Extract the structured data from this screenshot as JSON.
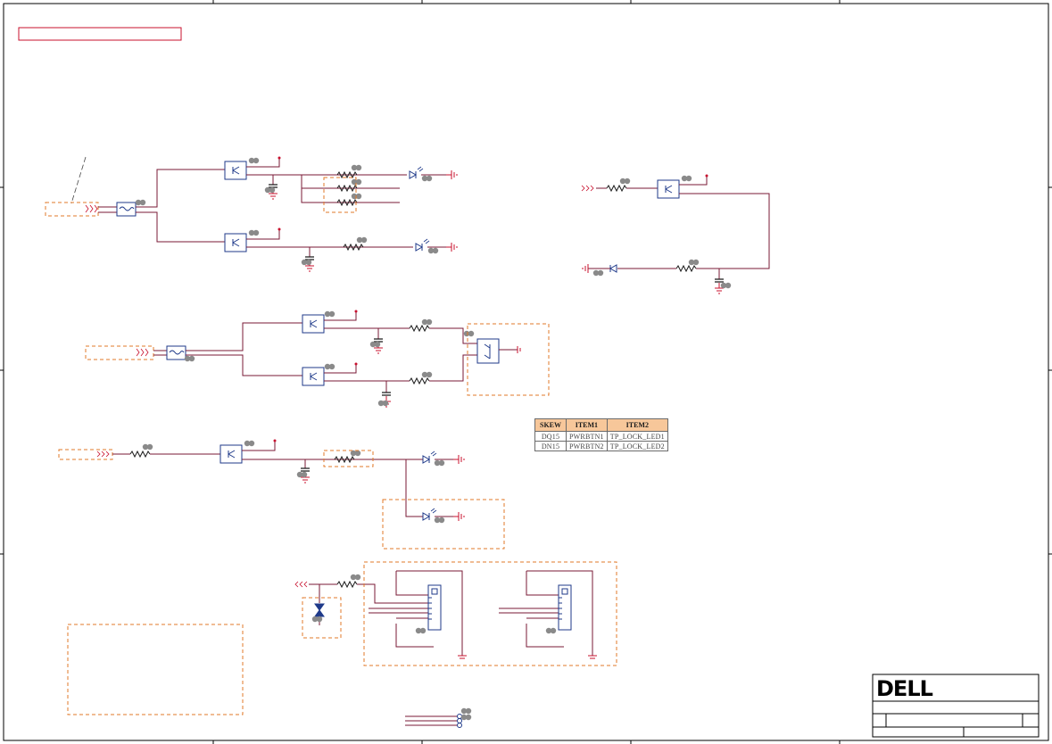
{
  "skew_table": {
    "headers": [
      "SKEW",
      "ITEM1",
      "ITEM2"
    ],
    "rows": [
      [
        "DQ15",
        "PWRBTN1",
        "TP_LOCK_LED1"
      ],
      [
        "DN15",
        "PWRBTN2",
        "TP_LOCK_LED2"
      ]
    ]
  },
  "title_block": {
    "logo_text": "DELL"
  },
  "colors": {
    "wire": "#7a1a36",
    "component": "#1f3a8a",
    "power": "#c8102e",
    "annotation_box": "#e07a2a",
    "border": "#000000",
    "table_header": "#f7c79a"
  }
}
